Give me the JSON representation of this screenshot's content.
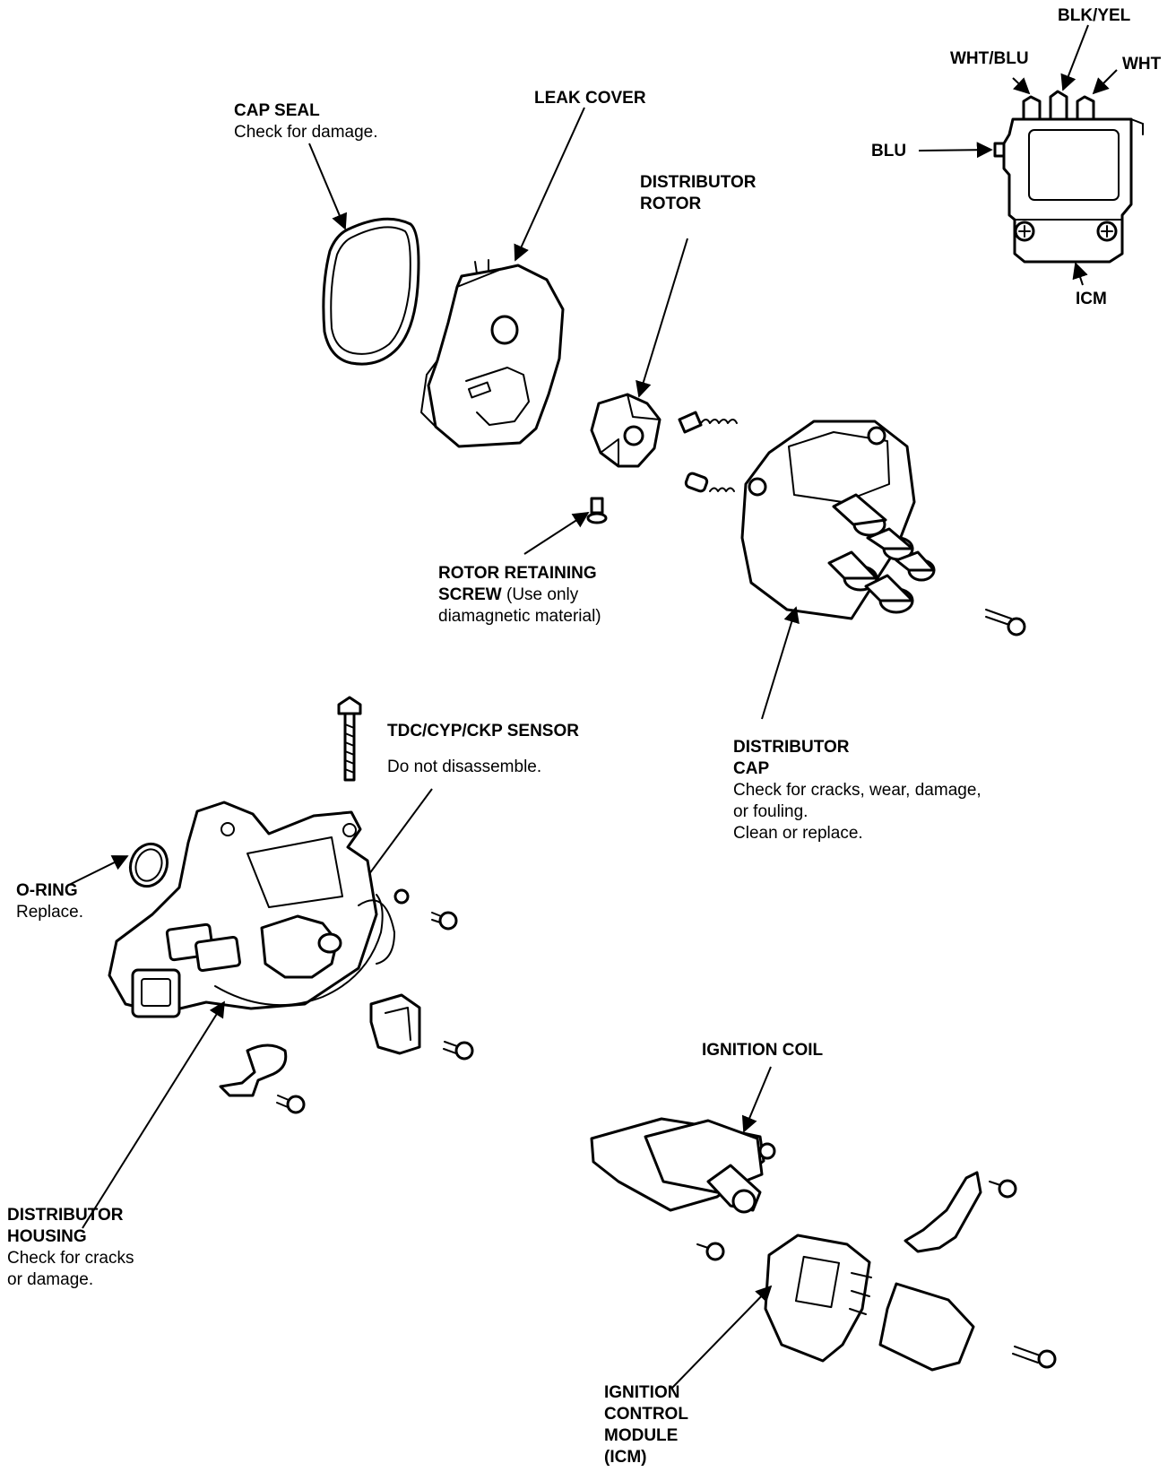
{
  "labels": {
    "blk_yel": "BLK/YEL",
    "wht_blu": "WHT/BLU",
    "wht": "WHT",
    "blu": "BLU",
    "icm": "ICM",
    "cap_seal": {
      "title": "CAP SEAL",
      "note": "Check for damage."
    },
    "leak_cover": "LEAK COVER",
    "distributor_rotor": [
      "DISTRIBUTOR",
      "ROTOR"
    ],
    "rotor_retaining_screw": {
      "line1": "ROTOR RETAINING",
      "line2_bold": "SCREW",
      "line2_rest": " (Use only",
      "line3": "diamagnetic material)"
    },
    "tdc_sensor": {
      "title": "TDC/CYP/CKP SENSOR",
      "note": "Do not disassemble."
    },
    "distributor_cap": {
      "title": [
        "DISTRIBUTOR",
        "CAP"
      ],
      "notes": [
        "Check for cracks, wear, damage,",
        "or fouling.",
        "Clean or replace."
      ]
    },
    "o_ring": {
      "title": "O-RING",
      "note": "Replace."
    },
    "ignition_coil": "IGNITION COIL",
    "distributor_housing": {
      "title": [
        "DISTRIBUTOR",
        "HOUSING"
      ],
      "notes": [
        "Check for cracks",
        "or damage."
      ]
    },
    "ignition_control_module": [
      "IGNITION",
      "CONTROL",
      "MODULE",
      "(ICM)"
    ]
  }
}
